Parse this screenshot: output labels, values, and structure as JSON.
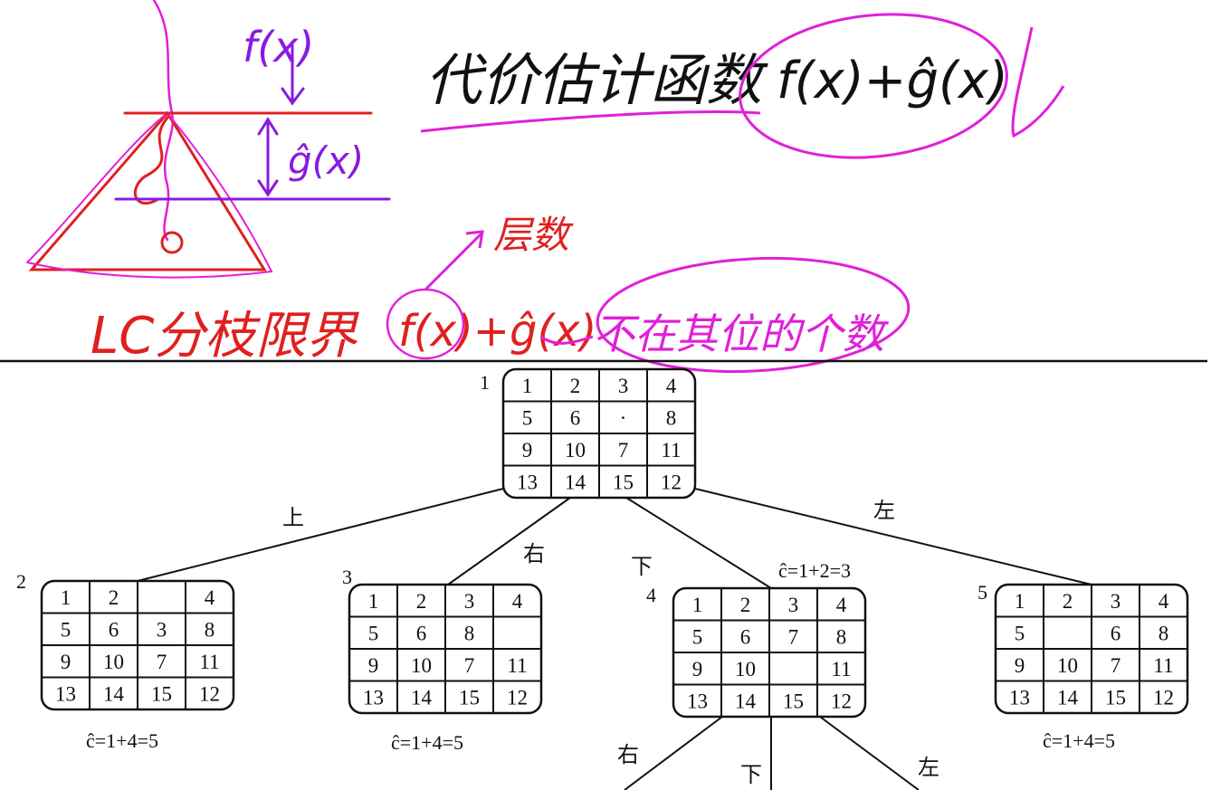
{
  "colors": {
    "ink": "#111111",
    "magenta": "#e020d8",
    "red": "#e02020",
    "purple": "#8a1ae0",
    "background": "#ffffff"
  },
  "annotations": {
    "fx_label": "f(x)",
    "gx_label": "ĝ(x)",
    "cost_title": "代价估计函数",
    "cost_formula": "f(x)+ĝ(x)",
    "lc_title": "LC分枝限界",
    "levels": "层数",
    "fx_plus_gx": "f(x)+ĝ(x)",
    "not_in_place": "不在其位的个数"
  },
  "tree": {
    "nodes": [
      {
        "id": "1",
        "grid": [
          [
            "1",
            "2",
            "3",
            "4"
          ],
          [
            "5",
            "6",
            "·",
            "8"
          ],
          [
            "9",
            "10",
            "7",
            "11"
          ],
          [
            "13",
            "14",
            "15",
            "12"
          ]
        ],
        "cost": ""
      },
      {
        "id": "2",
        "grid": [
          [
            "1",
            "2",
            "",
            "4"
          ],
          [
            "5",
            "6",
            "3",
            "8"
          ],
          [
            "9",
            "10",
            "7",
            "11"
          ],
          [
            "13",
            "14",
            "15",
            "12"
          ]
        ],
        "cost": "ĉ=1+4=5"
      },
      {
        "id": "3",
        "grid": [
          [
            "1",
            "2",
            "3",
            "4"
          ],
          [
            "5",
            "6",
            "8",
            ""
          ],
          [
            "9",
            "10",
            "7",
            "11"
          ],
          [
            "13",
            "14",
            "15",
            "12"
          ]
        ],
        "cost": "ĉ=1+4=5"
      },
      {
        "id": "4",
        "grid": [
          [
            "1",
            "2",
            "3",
            "4"
          ],
          [
            "5",
            "6",
            "7",
            "8"
          ],
          [
            "9",
            "10",
            "",
            "11"
          ],
          [
            "13",
            "14",
            "15",
            "12"
          ]
        ],
        "cost": "ĉ=1+2=3"
      },
      {
        "id": "5",
        "grid": [
          [
            "1",
            "2",
            "3",
            "4"
          ],
          [
            "5",
            "",
            "6",
            "8"
          ],
          [
            "9",
            "10",
            "7",
            "11"
          ],
          [
            "13",
            "14",
            "15",
            "12"
          ]
        ],
        "cost": "ĉ=1+4=5"
      }
    ],
    "edges": [
      {
        "from": "1",
        "to": "2",
        "label": "上"
      },
      {
        "from": "1",
        "to": "3",
        "label": "右"
      },
      {
        "from": "1",
        "to": "4",
        "label": "下"
      },
      {
        "from": "1",
        "to": "5",
        "label": "左"
      },
      {
        "from": "4",
        "to": "",
        "label": "右"
      },
      {
        "from": "4",
        "to": "",
        "label": "下"
      },
      {
        "from": "4",
        "to": "",
        "label": "左"
      }
    ]
  }
}
